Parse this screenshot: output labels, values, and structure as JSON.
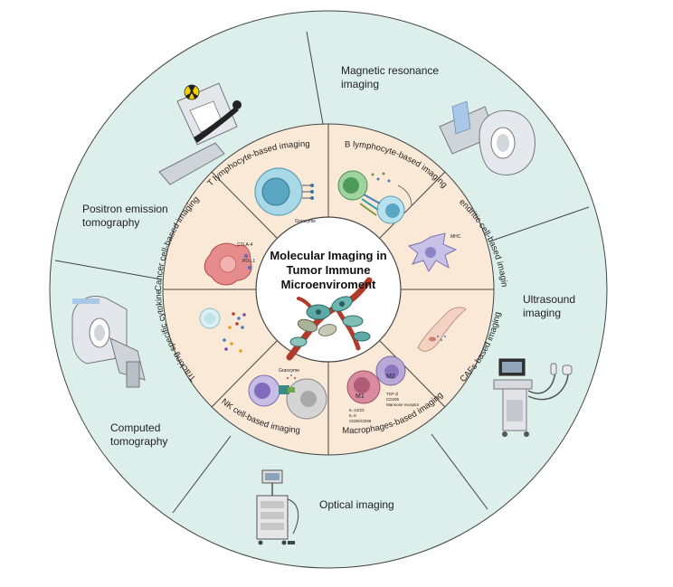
{
  "colors": {
    "outer_ring": "#dcefeb",
    "inner_ring": "#fbe9d7",
    "border": "#444444",
    "center": "#ffffff"
  },
  "center": {
    "line1": "Molecular Imaging in",
    "line2": "Tumor Immune",
    "line3": "Microenviroment"
  },
  "modalities": [
    {
      "key": "mri",
      "lines": [
        "Magnetic resonance",
        "imaging"
      ],
      "icon": "mri-scanner-icon"
    },
    {
      "key": "us",
      "lines": [
        "Ultrasound",
        "imaging"
      ],
      "icon": "ultrasound-machine-icon"
    },
    {
      "key": "optical",
      "lines": [
        "Optical imaging"
      ],
      "icon": "optical-imaging-cart-icon"
    },
    {
      "key": "ct",
      "lines": [
        "Computed",
        "tomography"
      ],
      "icon": "ct-scanner-icon"
    },
    {
      "key": "pet",
      "lines": [
        "Positron emission",
        "tomography"
      ],
      "icon": "pet-scanner-icon"
    }
  ],
  "segments": [
    {
      "key": "t",
      "label": "T lymphocyte-based imaging"
    },
    {
      "key": "b",
      "label": "B lymphocyte-based imaging"
    },
    {
      "key": "dc",
      "label": "Dendritic cell-based imaging"
    },
    {
      "key": "caf",
      "label": "CAFs-based imaging"
    },
    {
      "key": "mac",
      "label": "Macrophages-based imaging"
    },
    {
      "key": "nk",
      "label": "NK cell-based imaging"
    },
    {
      "key": "cyt",
      "label": "Tracking specific cytokine"
    },
    {
      "key": "cancer",
      "label": "Cancer cell-based imaging"
    }
  ],
  "cell_labels": {
    "granzyme_t": "Granzyme",
    "mhc": "MHC",
    "ctla4": "CTLA-4",
    "pdl1": "PD-L1",
    "granzyme_nk": "Granzyme",
    "m1": "M1",
    "m2": "M2",
    "m1_markers": [
      "IL-12/23",
      "IL-6",
      "CD80/CD86"
    ],
    "m2_markers": [
      "TGF-β",
      "CD206",
      "Mannose receptor"
    ]
  }
}
